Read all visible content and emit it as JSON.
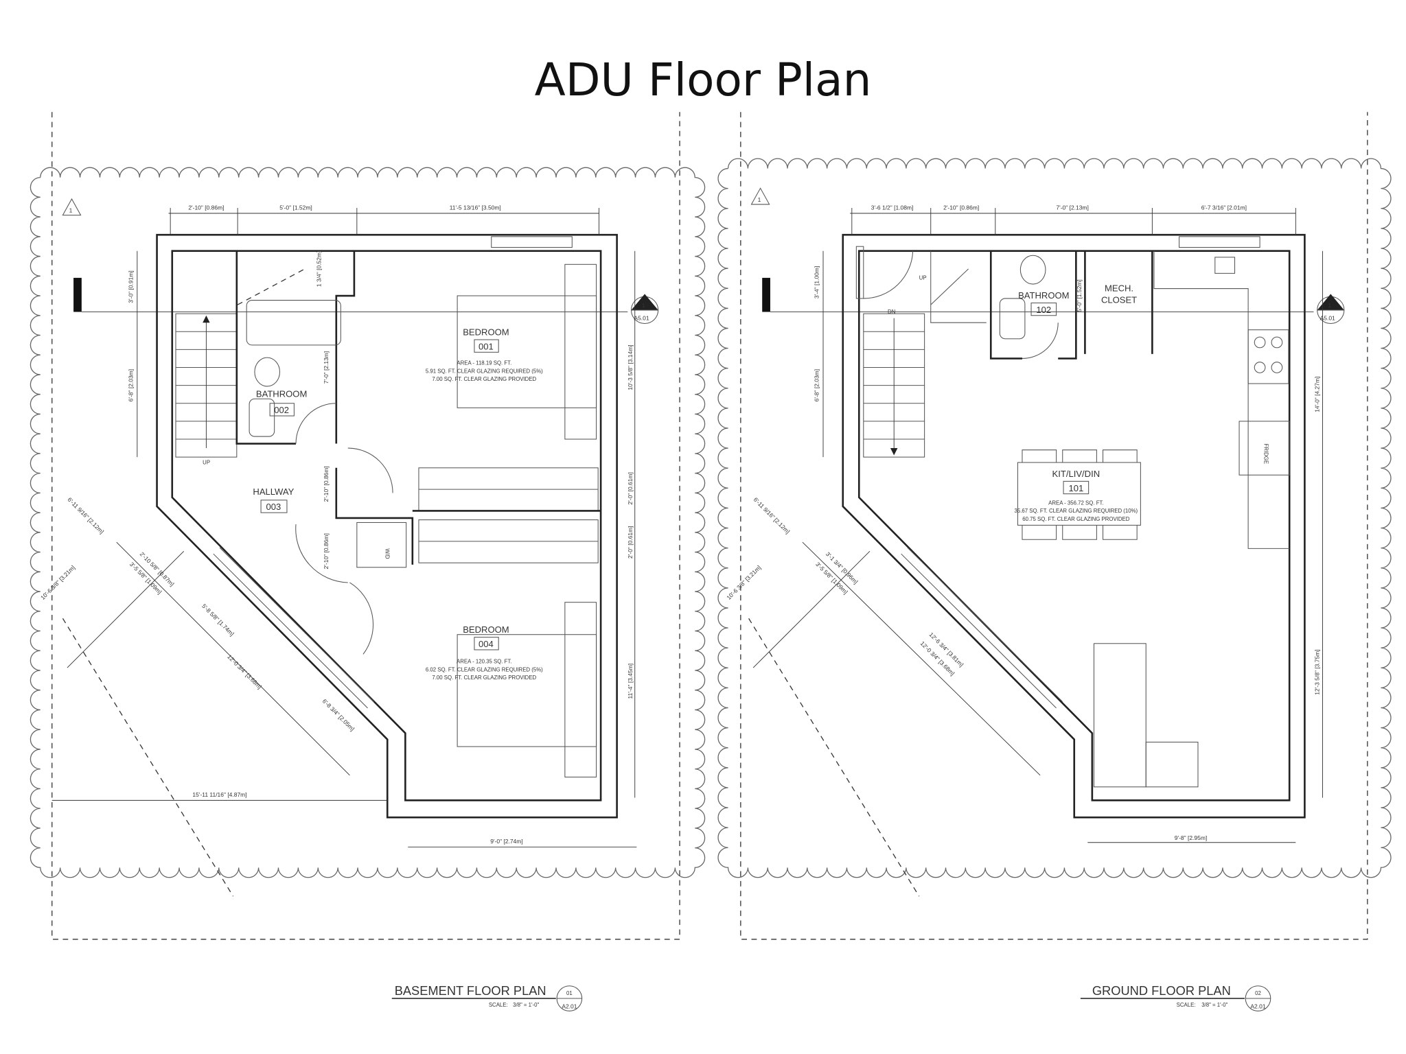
{
  "title": "ADU Floor Plan",
  "plans": [
    {
      "name": "BASEMENT FLOOR PLAN",
      "scale_label": "SCALE:",
      "scale": "3/8\" = 1'-0\"",
      "detail_number": "01",
      "sheet": "A2.01",
      "revision": "1",
      "section_number": "1",
      "section_sheet": "A5.01",
      "rooms": [
        {
          "name": "BEDROOM",
          "number": "001",
          "area": "AREA - 118.19 SQ. FT.",
          "req": "5.91 SQ. FT. CLEAR GLAZING REQUIRED (5%)",
          "prov": "7.00 SQ. FT. CLEAR GLAZING PROVIDED"
        },
        {
          "name": "BATHROOM",
          "number": "002"
        },
        {
          "name": "HALLWAY",
          "number": "003"
        },
        {
          "name": "BEDROOM",
          "number": "004",
          "area": "AREA - 120.35 SQ. FT.",
          "req": "6.02 SQ. FT. CLEAR GLAZING REQUIRED (5%)",
          "prov": "7.00 SQ. FT. CLEAR GLAZING PROVIDED"
        }
      ],
      "labels": {
        "up": "UP",
        "wd": "W/D"
      },
      "dims": {
        "top": [
          "2'-10\" [0.86m]",
          "5'-0\" [1.52m]",
          "11'-5 13/16\" [3.50m]"
        ],
        "left": [
          "3'-0\" [0.91m]",
          "6'-8\" [2.03m]"
        ],
        "bath": [
          "1 3/4\" [0.52m]",
          "7'-0\" [2.13m]"
        ],
        "right": [
          "10'-3 5/8\" [3.14m]",
          "2'-0\" [0.61m]",
          "2'-0\" [0.61m]",
          "11'-4\" [3.45m]"
        ],
        "hall": [
          "2'-10\" [0.86m]",
          "2'-10\" [0.86m]"
        ],
        "diag": [
          "6'-11 9/16\" [2.12m]",
          "2'-10 5/8\" [0.87m]",
          "3'-5 5/8\" [1.09m]",
          "10'-6 3/8\" [3.21m]",
          "5'-8 5/8\" [1.74m]",
          "12'-0 3/4\" [3.68m]",
          "6'-8 3/4\" [2.05m]"
        ],
        "bottom": [
          "15'-11 11/16\" [4.87m]",
          "9'-0\" [2.74m]"
        ]
      }
    },
    {
      "name": "GROUND FLOOR PLAN",
      "scale_label": "SCALE:",
      "scale": "3/8\" = 1'-0\"",
      "detail_number": "02",
      "sheet": "A2.01",
      "revision": "1",
      "section_number": "1",
      "section_sheet": "A5.01",
      "rooms": [
        {
          "name": "KIT/LIV/DIN",
          "number": "101",
          "area": "AREA - 356.72 SQ. FT.",
          "req": "35.67 SQ. FT. CLEAR GLAZING REQUIRED (10%)",
          "prov": "60.75 SQ. FT. CLEAR GLAZING PROVIDED"
        },
        {
          "name": "BATHROOM",
          "number": "102"
        },
        {
          "name": "MECH.",
          "number": "CLOSET"
        }
      ],
      "labels": {
        "up": "UP",
        "dn": "DN",
        "fridge": "FRIDGE"
      },
      "dims": {
        "top": [
          "3'-6 1/2\" [1.08m]",
          "2'-10\" [0.86m]",
          "7'-0\" [2.13m]",
          "6'-7 3/16\" [2.01m]"
        ],
        "left": [
          "3'-4\" [1.00m]",
          "6'-8\" [2.03m]"
        ],
        "bath": [
          "5'-0\" [1.52m]"
        ],
        "right": [
          "14'-0\" [4.27m]",
          "12'-3 5/8\" [3.75m]"
        ],
        "diag": [
          "6'-11 9/16\" [2.12m]",
          "3'-1 3/4\" [0.96m]",
          "3'-5 5/8\" [1.09m]",
          "10'-6 3/8\" [3.21m]",
          "12'-6 3/4\" [3.81m]",
          "12'-0 3/4\" [3.68m]"
        ],
        "bottom": [
          "9'-8\" [2.95m]"
        ]
      }
    }
  ]
}
